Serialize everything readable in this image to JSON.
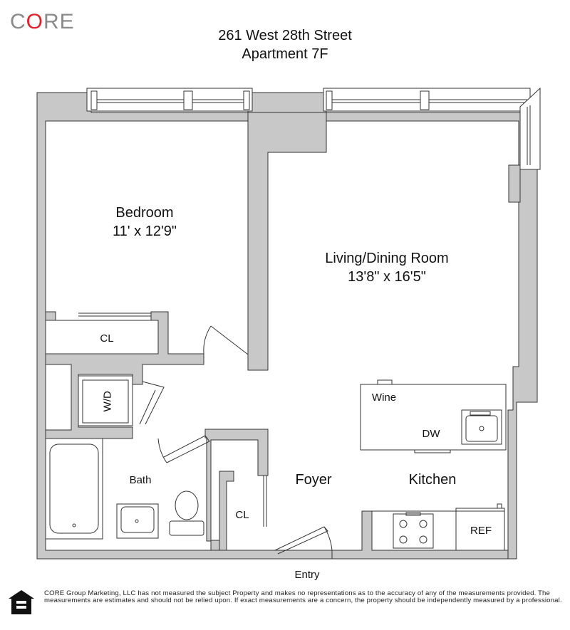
{
  "header": {
    "logo": "CORE",
    "address_line1": "261 West 28th Street",
    "address_line2": "Apartment 7F"
  },
  "rooms": {
    "bedroom_name": "Bedroom",
    "bedroom_dims": "11' x 12'9\"",
    "living_name": "Living/Dining Room",
    "living_dims": "13'8\" x 16'5\"",
    "closet_bedroom": "CL",
    "washer_dryer": "W/D",
    "bath": "Bath",
    "foyer": "Foyer",
    "closet_foyer": "CL",
    "kitchen": "Kitchen",
    "wine": "Wine",
    "dishwasher": "DW",
    "refrigerator": "REF",
    "entry": "Entry"
  },
  "colors": {
    "wall_fill": "#c8c8c8",
    "wall_stroke": "#333333",
    "logo_gray": "#8a8a8a",
    "logo_red": "#e0212b"
  },
  "icons": {
    "equal_housing": "equal-housing-opportunity-icon"
  },
  "disclaimer": "CORE Group Marketing, LLC has not measured the subject Property and makes no representations as to the accuracy of any of the measurements provided. The measurements are estimates and should not be relied upon. If exact measurements are a concern, the property should be independently measured by a professional."
}
